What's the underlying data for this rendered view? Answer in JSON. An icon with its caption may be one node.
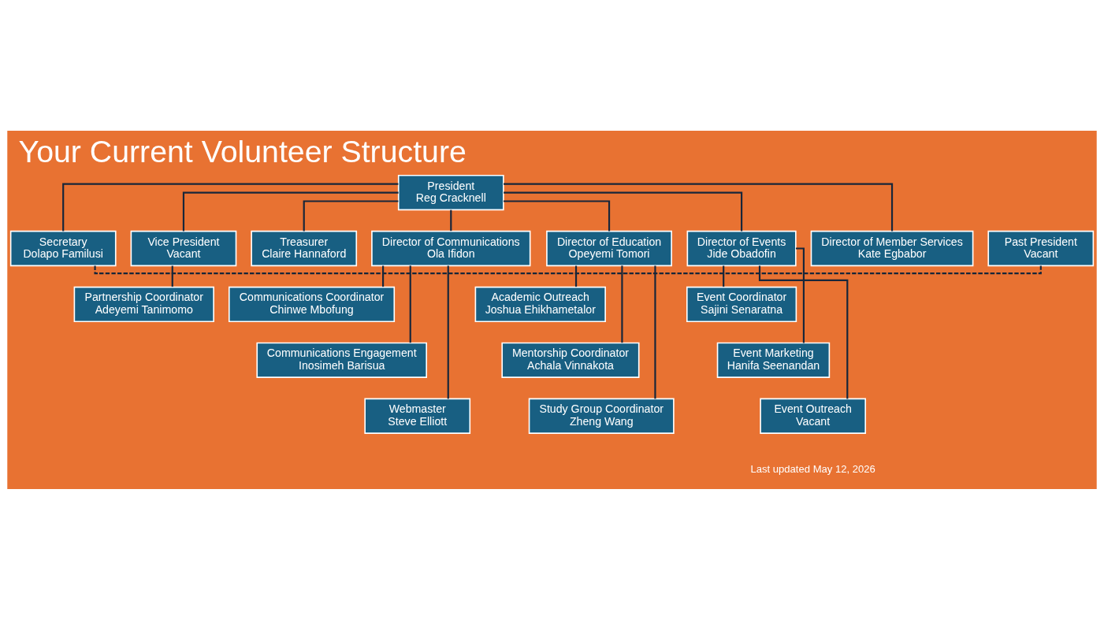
{
  "diagram": {
    "title": "Your Current Volunteer Structure",
    "nodes": [
      {
        "text": [
          "President",
          "Reg Cracknell"
        ]
      },
      {
        "text": [
          "Secretary",
          "Dolapo Familusi"
        ]
      },
      {
        "text": [
          "Past President",
          "Vacant"
        ]
      },
      {
        "text": [
          "Vice President",
          "Vacant"
        ]
      },
      {
        "text": [
          "Treasurer",
          "Claire Hannaford"
        ]
      },
      {
        "text": [
          "Director of Communications",
          "Ola Ifidon"
        ]
      },
      {
        "text": [
          "Director of Education",
          "Opeyemi Tomori"
        ]
      },
      {
        "text": [
          "Director of Events",
          "Jide Obadofin"
        ]
      },
      {
        "text": [
          "Director of Member Services",
          "Kate Egbabor"
        ]
      },
      {
        "text": [
          "Partnership Coordinator",
          "Adeyemi Tanimomo"
        ]
      },
      {
        "text": [
          "Communications Coordinator",
          "Chinwe Mbofung"
        ]
      },
      {
        "text": [
          "Communications Engagement",
          "Inosimeh Barisua"
        ]
      },
      {
        "text": [
          "Webmaster",
          "Steve Elliott"
        ]
      },
      {
        "text": [
          "Academic Outreach",
          "Joshua Ehikhametalor"
        ]
      },
      {
        "text": [
          "Mentorship Coordinator",
          "Achala Vinnakota"
        ]
      },
      {
        "text": [
          "Study Group Coordinator",
          "Zheng Wang"
        ]
      },
      {
        "text": [
          "Event Coordinator",
          "Sajini Senaratna"
        ]
      },
      {
        "text": [
          "Event Marketing",
          "Hanifa Seenandan"
        ]
      },
      {
        "text": [
          "Event Outreach",
          "Vacant"
        ]
      }
    ],
    "edges": [
      {
        "from": 0,
        "to": 1,
        "arrow": "none"
      },
      {
        "from": 1,
        "to": 2,
        "arrow": "none",
        "style": "dashed"
      },
      {
        "from": 0,
        "to": 3,
        "arrow": "none"
      },
      {
        "from": 0,
        "to": 4,
        "arrow": "none"
      },
      {
        "from": 0,
        "to": 5,
        "arrow": "none"
      },
      {
        "from": 0,
        "to": 6,
        "arrow": "none"
      },
      {
        "from": 0,
        "to": 7,
        "arrow": "none"
      },
      {
        "from": 0,
        "to": 8,
        "arrow": "none"
      },
      {
        "from": 3,
        "to": 9,
        "arrow": "none"
      },
      {
        "from": 5,
        "to": 10,
        "arrow": "none"
      },
      {
        "from": 5,
        "to": 11,
        "arrow": "none"
      },
      {
        "from": 5,
        "to": 12,
        "arrow": "none"
      },
      {
        "from": 6,
        "to": 13,
        "arrow": "none"
      },
      {
        "from": 6,
        "to": 14,
        "arrow": "none"
      },
      {
        "from": 6,
        "to": 15,
        "arrow": "none"
      },
      {
        "from": 7,
        "to": 16,
        "arrow": "none"
      },
      {
        "from": 7,
        "to": 17,
        "arrow": "none"
      },
      {
        "from": 7,
        "to": 18,
        "arrow": "none"
      }
    ],
    "labels": [
      "Last updated May 12, 2026"
    ]
  }
}
